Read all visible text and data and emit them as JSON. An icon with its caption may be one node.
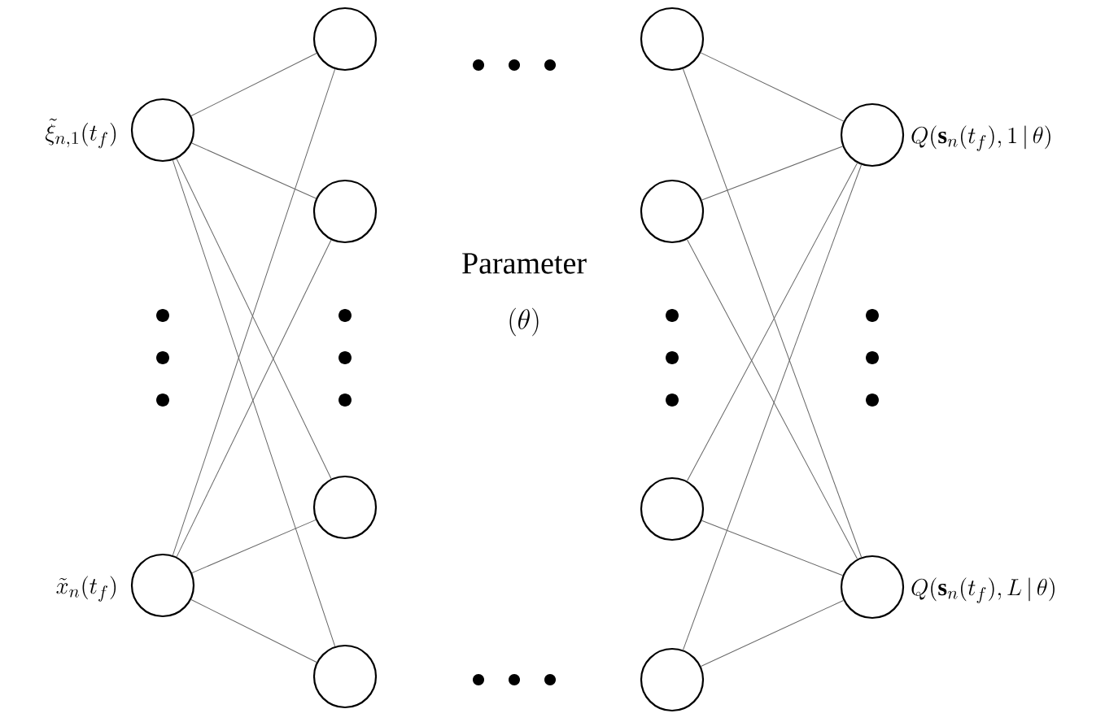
{
  "diagram": {
    "nodes": [
      {
        "text": [],
        "shape": "circle",
        "beside": [
          "\\tilde{\\xi}_{n,1}(t_f)"
        ]
      },
      {
        "text": [],
        "shape": "circle",
        "beside": [
          "\\tilde{x}_{n}(t_f)"
        ]
      },
      {
        "text": [],
        "shape": "circle"
      },
      {
        "text": [],
        "shape": "circle"
      },
      {
        "text": [],
        "shape": "circle"
      },
      {
        "text": [],
        "shape": "circle"
      },
      {
        "text": [],
        "shape": "circle"
      },
      {
        "text": [],
        "shape": "circle"
      },
      {
        "text": [],
        "shape": "circle"
      },
      {
        "text": [],
        "shape": "circle"
      },
      {
        "text": [],
        "shape": "circle",
        "beside": [
          "Q(\\mathbf{s}_n(t_f),1\\,|\\,\\theta)"
        ]
      },
      {
        "text": [],
        "shape": "circle",
        "beside": [
          "Q(\\mathbf{s}_n(t_f),L\\,|\\,\\theta)"
        ]
      }
    ],
    "edges": [
      {
        "from": 0,
        "to": 2,
        "arrow": "none"
      },
      {
        "from": 0,
        "to": 3,
        "arrow": "none"
      },
      {
        "from": 0,
        "to": 4,
        "arrow": "none"
      },
      {
        "from": 0,
        "to": 5,
        "arrow": "none"
      },
      {
        "from": 1,
        "to": 2,
        "arrow": "none"
      },
      {
        "from": 1,
        "to": 3,
        "arrow": "none"
      },
      {
        "from": 1,
        "to": 4,
        "arrow": "none"
      },
      {
        "from": 1,
        "to": 5,
        "arrow": "none"
      },
      {
        "from": 6,
        "to": 10,
        "arrow": "none"
      },
      {
        "from": 6,
        "to": 11,
        "arrow": "none"
      },
      {
        "from": 7,
        "to": 10,
        "arrow": "none"
      },
      {
        "from": 7,
        "to": 11,
        "arrow": "none"
      },
      {
        "from": 8,
        "to": 10,
        "arrow": "none"
      },
      {
        "from": 8,
        "to": 11,
        "arrow": "none"
      },
      {
        "from": 9,
        "to": 10,
        "arrow": "none"
      },
      {
        "from": 9,
        "to": 11,
        "arrow": "none"
      }
    ],
    "labels": [
      "Parameter",
      "(\\theta)"
    ]
  }
}
